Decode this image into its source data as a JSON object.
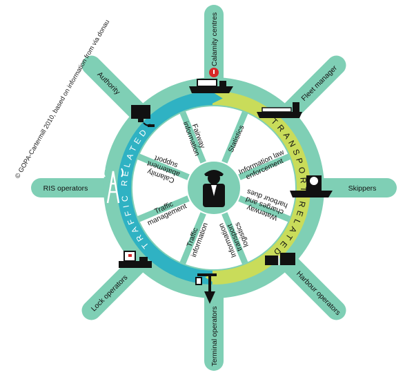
{
  "copyright": "© GOPA-Cartermill 2010, based on information from via donau",
  "center_label": "",
  "rings": {
    "left": "TRAFFIC RELATED",
    "right": "TRANSPORT RELATED"
  },
  "colors": {
    "wheel": "#7fcfb5",
    "ring_left": "#2fb2c3",
    "ring_right": "#c9dc5a",
    "spoke_fill": "#ffffff",
    "text": "#111111"
  },
  "services": [
    {
      "id": "fairway",
      "lines": [
        "Fairway",
        "information"
      ]
    },
    {
      "id": "statistics",
      "lines": [
        "Statistics"
      ]
    },
    {
      "id": "law",
      "lines": [
        "Information law",
        "enforcement"
      ]
    },
    {
      "id": "charges",
      "lines": [
        "Waterway",
        "charges and",
        "harbour dues"
      ]
    },
    {
      "id": "logistics",
      "lines": [
        "Information",
        "transport",
        "logistics"
      ]
    },
    {
      "id": "traffic_info",
      "lines": [
        "Traffic",
        "information"
      ]
    },
    {
      "id": "traffic_mgmt",
      "lines": [
        "Traffic",
        "management"
      ]
    },
    {
      "id": "calamity",
      "lines": [
        "Calamity",
        "abatement",
        "support"
      ]
    }
  ],
  "handles": [
    {
      "id": "calamity_centres",
      "label": "Calamity centres",
      "icon": "ship-alert-icon"
    },
    {
      "id": "fleet_manager",
      "label": "Fleet manager",
      "icon": "cargo-ship-icon"
    },
    {
      "id": "skippers",
      "label": "Skippers",
      "icon": "skipper-ship-icon"
    },
    {
      "id": "harbour_operators",
      "label": "Harbour operators",
      "icon": "container-icon"
    },
    {
      "id": "terminal_operators",
      "label": "Terminal operators",
      "icon": "crane-icon"
    },
    {
      "id": "lock_operators",
      "label": "Lock operators",
      "icon": "lock-building-icon"
    },
    {
      "id": "ris_operators",
      "label": "RIS operators",
      "icon": "radio-tower-icon"
    },
    {
      "id": "authority",
      "label": "Authority",
      "icon": "computer-icon"
    }
  ]
}
